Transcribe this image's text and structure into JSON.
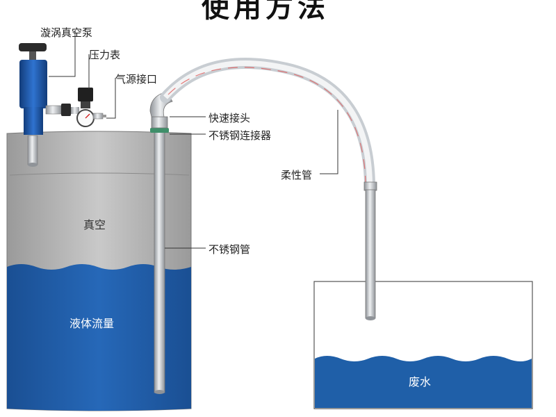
{
  "title": "使用方法",
  "labels": {
    "vortex_pump": "漩涡真空泵",
    "pressure_gauge": "压力表",
    "air_inlet": "气源接口",
    "quick_coupler": "快速接头",
    "ss_connector": "不锈钢连接器",
    "flexible_hose": "柔性管",
    "ss_pipe": "不锈钢管",
    "vacuum": "真空",
    "liquid_flow": "液体流量",
    "waste_water": "废水"
  },
  "colors": {
    "drum_gray": "#bdbdbd",
    "water_blue": "#1f5fa8",
    "steel": "#c9ccd0",
    "pump_blue": "#1e56a8",
    "hose_stripe": "#e05a5a"
  }
}
